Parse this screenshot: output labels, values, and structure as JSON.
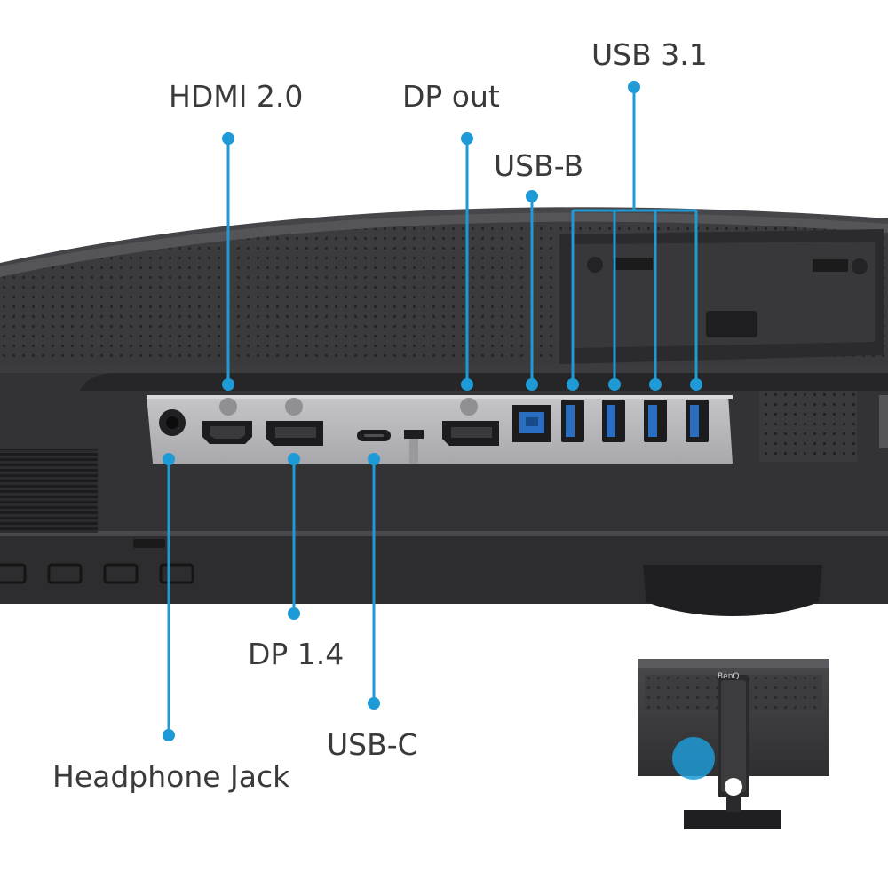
{
  "labels": {
    "hdmi": "HDMI 2.0",
    "dp_out": "DP out",
    "usb_b": "USB-B",
    "usb_31": "USB 3.1",
    "dp_14": "DP 1.4",
    "usb_c": "USB-C",
    "headphone": "Headphone Jack"
  },
  "inset": {
    "logo": "BenQ"
  },
  "colors": {
    "callout": "#1e9ad6",
    "label_text": "#3a3a3a",
    "housing": "#3a3a3c",
    "io_panel": "#b9b9bd",
    "usb_insert": "#2a6ec2"
  },
  "icons": [
    "headphone-jack-port",
    "hdmi-port",
    "displayport-in-port",
    "usb-c-port",
    "displayport-out-port",
    "usb-b-port",
    "usb-a-port"
  ]
}
